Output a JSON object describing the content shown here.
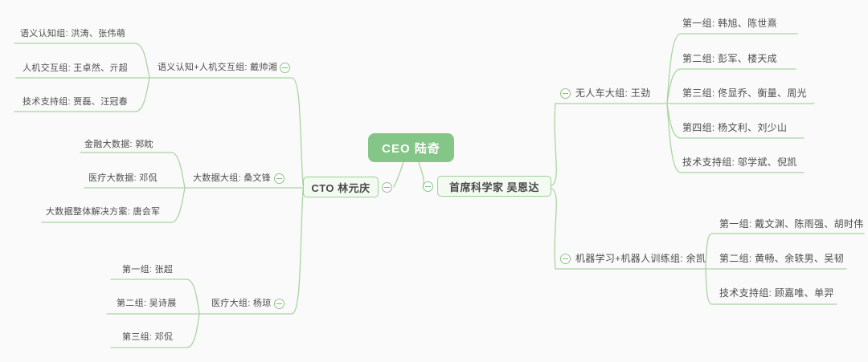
{
  "theme": {
    "background": "#fafafa",
    "root_fill": "#84c687",
    "root_text_color": "#ffffff",
    "box_fill": "#f3faf1",
    "box_border": "#9ed098",
    "line_color": "#abd5a3",
    "text_color": "#4e4e4e",
    "collapse_icon": "minus-in-circle"
  },
  "root": {
    "label": "CEO 陆奇"
  },
  "branches": {
    "cto": {
      "label": "CTO 林元庆",
      "children": [
        {
          "label": "语义认知+人机交互组: 戴帅湘",
          "children": [
            {
              "label": "语义认知组: 洪涛、张伟萌"
            },
            {
              "label": "人机交互组: 王卓然、亓超"
            },
            {
              "label": "技术支持组: 贾磊、汪冠春"
            }
          ]
        },
        {
          "label": "大数据大组: 桑文锋",
          "children": [
            {
              "label": "金融大数据: 郭眈"
            },
            {
              "label": "医疗大数据: 邓侃"
            },
            {
              "label": "大数据整体解决方案: 唐会军"
            }
          ]
        },
        {
          "label": "医疗大组: 杨琼",
          "children": [
            {
              "label": "第一组: 张超"
            },
            {
              "label": "第二组: 吴诗展"
            },
            {
              "label": "第三组: 邓侃"
            }
          ]
        }
      ]
    },
    "chief_scientist": {
      "label": "首席科学家 吴恩达",
      "children": [
        {
          "label": "无人车大组: 王劲",
          "children": [
            {
              "label": "第一组: 韩旭、陈世熹"
            },
            {
              "label": "第二组: 彭军、楼天成"
            },
            {
              "label": "第三组: 佟显乔、衡量、周光"
            },
            {
              "label": "第四组: 杨文利、刘少山"
            },
            {
              "label": "技术支持组: 邬学斌、倪凯"
            }
          ]
        },
        {
          "label": "机器学习+机器人训练组: 余凯",
          "children": [
            {
              "label": "第一组: 戴文渊、陈雨强、胡时伟"
            },
            {
              "label": "第二组: 黄畅、余轶男、吴韧"
            },
            {
              "label": "技术支持组: 顾嘉唯、单羿"
            }
          ]
        }
      ]
    }
  }
}
